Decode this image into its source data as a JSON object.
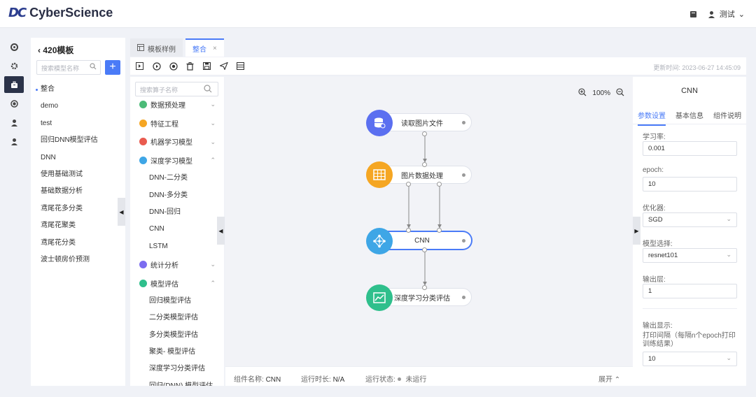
{
  "app": {
    "logo_mark": "DC",
    "name": "CyberScience"
  },
  "header": {
    "user_name": "测试",
    "icons": [
      "book-icon",
      "user-icon",
      "chevron-down-icon"
    ]
  },
  "rail": {
    "icons": [
      "dashboard-icon",
      "settings-gear-icon",
      "briefcase-icon",
      "target-icon",
      "user-icon",
      "user-group-icon"
    ],
    "active_index": 2
  },
  "templates": {
    "title": "420模板",
    "search_placeholder": "搜索模型名称",
    "add_label": "+",
    "items": [
      {
        "label": "整合",
        "active": true
      },
      {
        "label": "demo"
      },
      {
        "label": "test"
      },
      {
        "label": "回归DNN模型评估"
      },
      {
        "label": "DNN"
      },
      {
        "label": "使用基础测试"
      },
      {
        "label": "基础数据分析"
      },
      {
        "label": "鸢尾花多分类"
      },
      {
        "label": "鸢尾花聚类"
      },
      {
        "label": "鸢尾花分类"
      },
      {
        "label": "波士顿房价预测"
      }
    ]
  },
  "tabs": [
    {
      "label": "模板样例",
      "icon": "template-icon"
    },
    {
      "label": "整合",
      "active": true,
      "close": "×"
    }
  ],
  "toolbar": {
    "icons": [
      "export-icon",
      "run-icon",
      "stop-icon",
      "delete-icon",
      "save-icon",
      "send-icon",
      "layout-icon"
    ],
    "update_label": "更新时间:",
    "update_time": "2023-06-27 14:45:09"
  },
  "operators": {
    "search_placeholder": "搜索算子名称",
    "items": [
      {
        "type": "cat",
        "label": "数据预处理",
        "color": "#4cbb78",
        "chev": "⌄"
      },
      {
        "type": "cat",
        "label": "特征工程",
        "color": "#f5a623",
        "chev": "⌄"
      },
      {
        "type": "cat",
        "label": "机器学习模型",
        "color": "#e95b4f",
        "chev": "⌄"
      },
      {
        "type": "cat",
        "label": "深度学习模型",
        "color": "#3ea6e6",
        "chev": "⌃"
      },
      {
        "type": "sub",
        "label": "DNN-二分类"
      },
      {
        "type": "sub",
        "label": "DNN-多分类"
      },
      {
        "type": "sub",
        "label": "DNN-回归"
      },
      {
        "type": "sub",
        "label": "CNN"
      },
      {
        "type": "sub",
        "label": "LSTM"
      },
      {
        "type": "cat",
        "label": "统计分析",
        "color": "#7b6cf0",
        "chev": "⌄"
      },
      {
        "type": "cat",
        "label": "模型评估",
        "color": "#2fbf8c",
        "chev": "⌃"
      },
      {
        "type": "sub",
        "label": "回归模型评估"
      },
      {
        "type": "sub",
        "label": "二分类模型评估"
      },
      {
        "type": "sub",
        "label": "多分类模型评估"
      },
      {
        "type": "sub",
        "label": "聚类- 模型评估"
      },
      {
        "type": "sub",
        "label": "深度学习分类评估"
      },
      {
        "type": "sub",
        "label": "回归(DNN) 模型评估"
      }
    ]
  },
  "canvas": {
    "zoom": "100%",
    "nodes": [
      {
        "id": "read",
        "label": "读取图片文件",
        "icon": "database-icon",
        "color": "#5b6ff0"
      },
      {
        "id": "proc",
        "label": "图片数据处理",
        "icon": "grid-icon",
        "color": "#f5a623"
      },
      {
        "id": "cnn",
        "label": "CNN",
        "icon": "network-icon",
        "color": "#3ea6e6",
        "selected": true
      },
      {
        "id": "eval",
        "label": "深度学习分类评估",
        "icon": "chart-icon",
        "color": "#2fbf8c"
      }
    ]
  },
  "status": {
    "name_label": "组件名称:",
    "name_value": "CNN",
    "time_label": "运行时长:",
    "time_value": "N/A",
    "state_label": "运行状态:",
    "state_value": "未运行",
    "expand_label": "展开"
  },
  "props": {
    "title": "CNN",
    "tabs": [
      "参数设置",
      "基本信息",
      "组件说明"
    ],
    "fields": [
      {
        "label": "学习率:",
        "value": "0.001"
      },
      {
        "label": "epoch:",
        "value": "10"
      },
      {
        "label": "优化器:",
        "value": "SGD",
        "select": true
      },
      {
        "label": "模型选择:",
        "value": "resnet101",
        "select": true
      },
      {
        "label": "输出层:",
        "value": "1"
      }
    ],
    "output_display_label": "输出显示:",
    "print_interval_label": "打印间隔（每隔n个epoch打印训练结果）",
    "print_interval_value": "10"
  }
}
